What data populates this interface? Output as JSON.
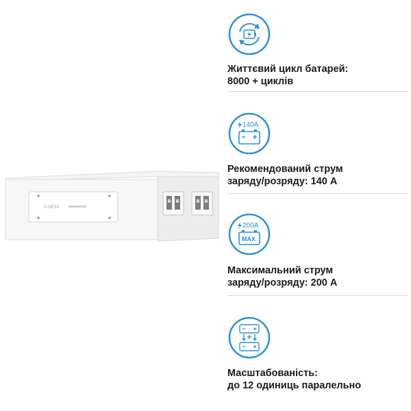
{
  "accent_color": "#2b8fd8",
  "product": {
    "brand": "D-NESS"
  },
  "features": [
    {
      "icon": "battery-cycle-icon",
      "line1": "Життєвий цикл батарей:",
      "line2": "8000 + циклів"
    },
    {
      "icon": "battery-140a-icon",
      "icon_text": "140A",
      "line1": "Рекомендований струм",
      "line2": "заряду/розряду: 140 А"
    },
    {
      "icon": "battery-200a-max-icon",
      "icon_text": "200A",
      "icon_subtext": "MAX",
      "line1": "Максимальний струм",
      "line2": "заряду/розряду: 200 А"
    },
    {
      "icon": "battery-parallel-icon",
      "line1": "Масштабованість:",
      "line2": "до 12 одиниць паралельно"
    }
  ]
}
